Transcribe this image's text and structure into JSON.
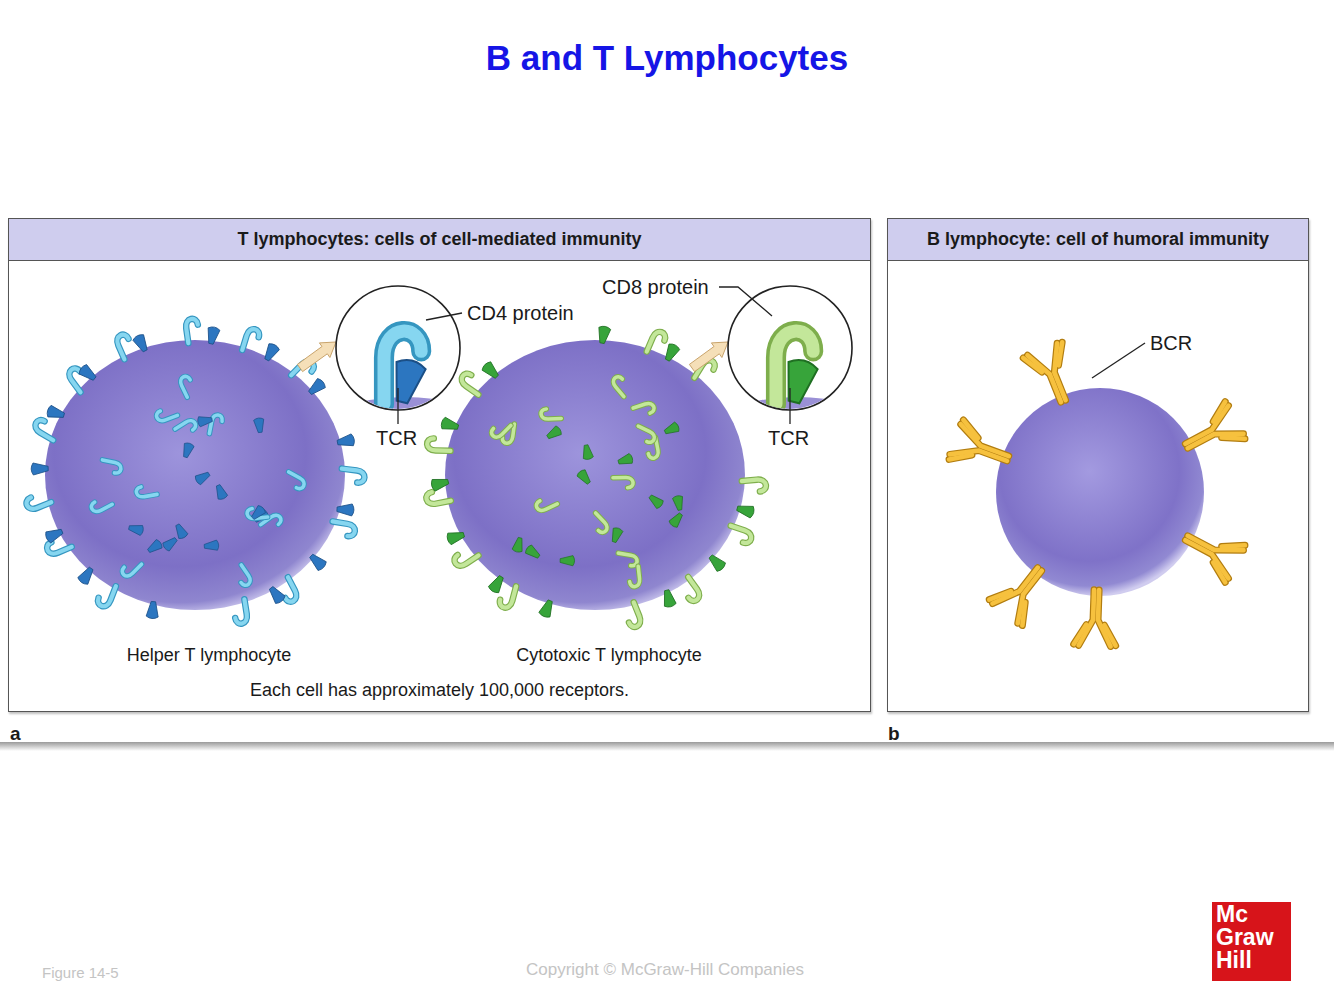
{
  "diagram": {
    "title": "B and T Lymphocytes",
    "nodes": [
      {
        "text": [
          "T lymphocytes: cells of cell-mediated immunity",
          "Each cell has approximately 100,000 receptors."
        ]
      },
      {
        "text": [
          "Helper T lymphocyte"
        ],
        "in": 0
      },
      {
        "text": [
          "Cytotoxic T lymphocyte"
        ],
        "in": 0
      },
      {
        "text": [
          "B lymphocyte: cell of humoral immunity"
        ]
      }
    ],
    "labels": [
      "CD4 protein",
      "TCR",
      "CD8 protein",
      "TCR",
      "BCR",
      "a",
      "b",
      "Figure 14-5",
      "Copyright © McGraw-Hill Companies",
      "Mc",
      "Graw",
      "Hill"
    ]
  }
}
